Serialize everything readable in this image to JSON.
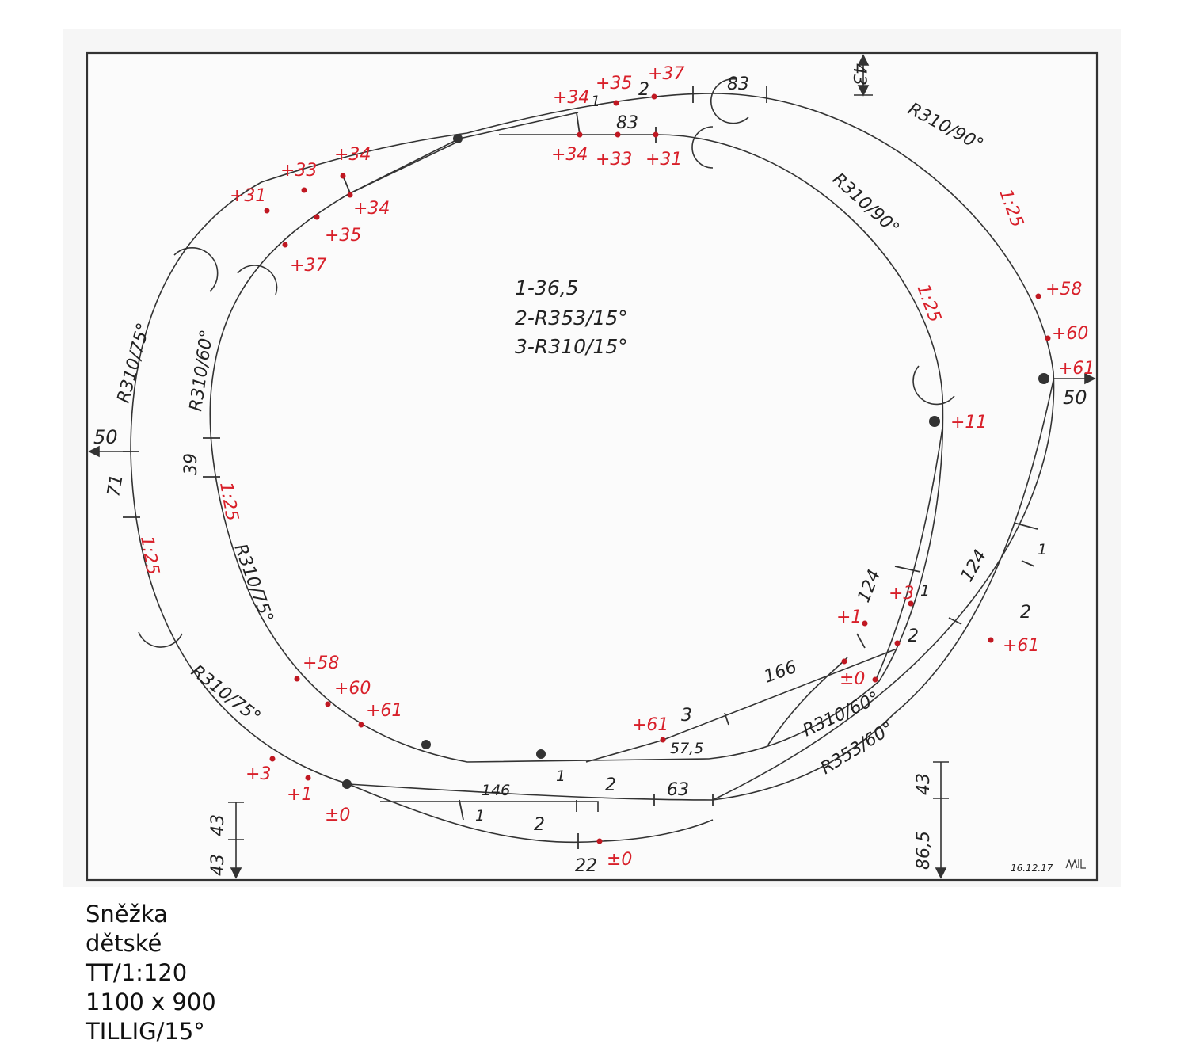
{
  "legend": {
    "line1": "1-36,5",
    "line2": "2-R353/15°",
    "line3": "3-R310/15°"
  },
  "radii": {
    "outer_top_right": "R310/90°",
    "inner_top_right": "R310/90°",
    "outer_left": "R310/75°",
    "inner_left": "R310/60°",
    "inner_lower_left": "R310/75°",
    "outer_lower_left": "R310/75°",
    "inner_lower_right": "R310/60°",
    "outer_lower_right": "R353/60°"
  },
  "grades": {
    "g1": "1:25",
    "g2": "1:25",
    "g3": "1:25",
    "g4": "1:25"
  },
  "dimensions": {
    "top_margin": "43",
    "top_piece_outer": "83",
    "top_piece_inner": "83",
    "left_margin": "50",
    "right_margin": "50",
    "left_piece_outer": "71",
    "left_piece_inner": "39",
    "bottom_left_a": "43",
    "bottom_left_b": "43",
    "bottom_right_a": "43",
    "bottom_right_b": "86,5",
    "bottom_piece_146": "146",
    "bottom_piece_22": "22",
    "bottom_piece_63": "63",
    "bottom_piece_57": "57,5",
    "diag_166": "166",
    "diag_124a": "124",
    "diag_124b": "124"
  },
  "track_labels": {
    "n1_top": "1",
    "n2_top": "2",
    "n1_bot_a": "1",
    "n2_bot_a": "2",
    "n1_bot_b": "1",
    "n2_bot_b": "2",
    "n3": "3",
    "n1_right_a": "1",
    "n2_right_a": "2",
    "n1_right_b": "1",
    "n2_right_b": "2"
  },
  "heights": {
    "h_p34a": "+34",
    "h_p35a": "+35",
    "h_p37a": "+37",
    "h_p34b": "+34",
    "h_p33b": "+33",
    "h_p31b": "+31",
    "h_p31c": "+31",
    "h_p33c": "+33",
    "h_p34c": "+34",
    "h_p34d": "+34",
    "h_p35d": "+35",
    "h_p37d": "+37",
    "h_p58a": "+58",
    "h_p60a": "+60",
    "h_p61a": "+61",
    "h_p11": "+11",
    "h_p58b": "+58",
    "h_p60b": "+60",
    "h_p61b": "+61",
    "h_p61c": "+61",
    "h_p61d": "+61",
    "h_p3a": "+3",
    "h_p1a": "+1",
    "h_z0a": "±0",
    "h_z0b": "±0",
    "h_p1b": "+1",
    "h_p3b": "+3",
    "h_z0c": "±0"
  },
  "signature": "16.12.17",
  "caption": {
    "name": "Sněžka",
    "type": "dětské",
    "scale": "TT/1:120",
    "size": "1100 x 900",
    "system": "TILLIG/15°"
  }
}
